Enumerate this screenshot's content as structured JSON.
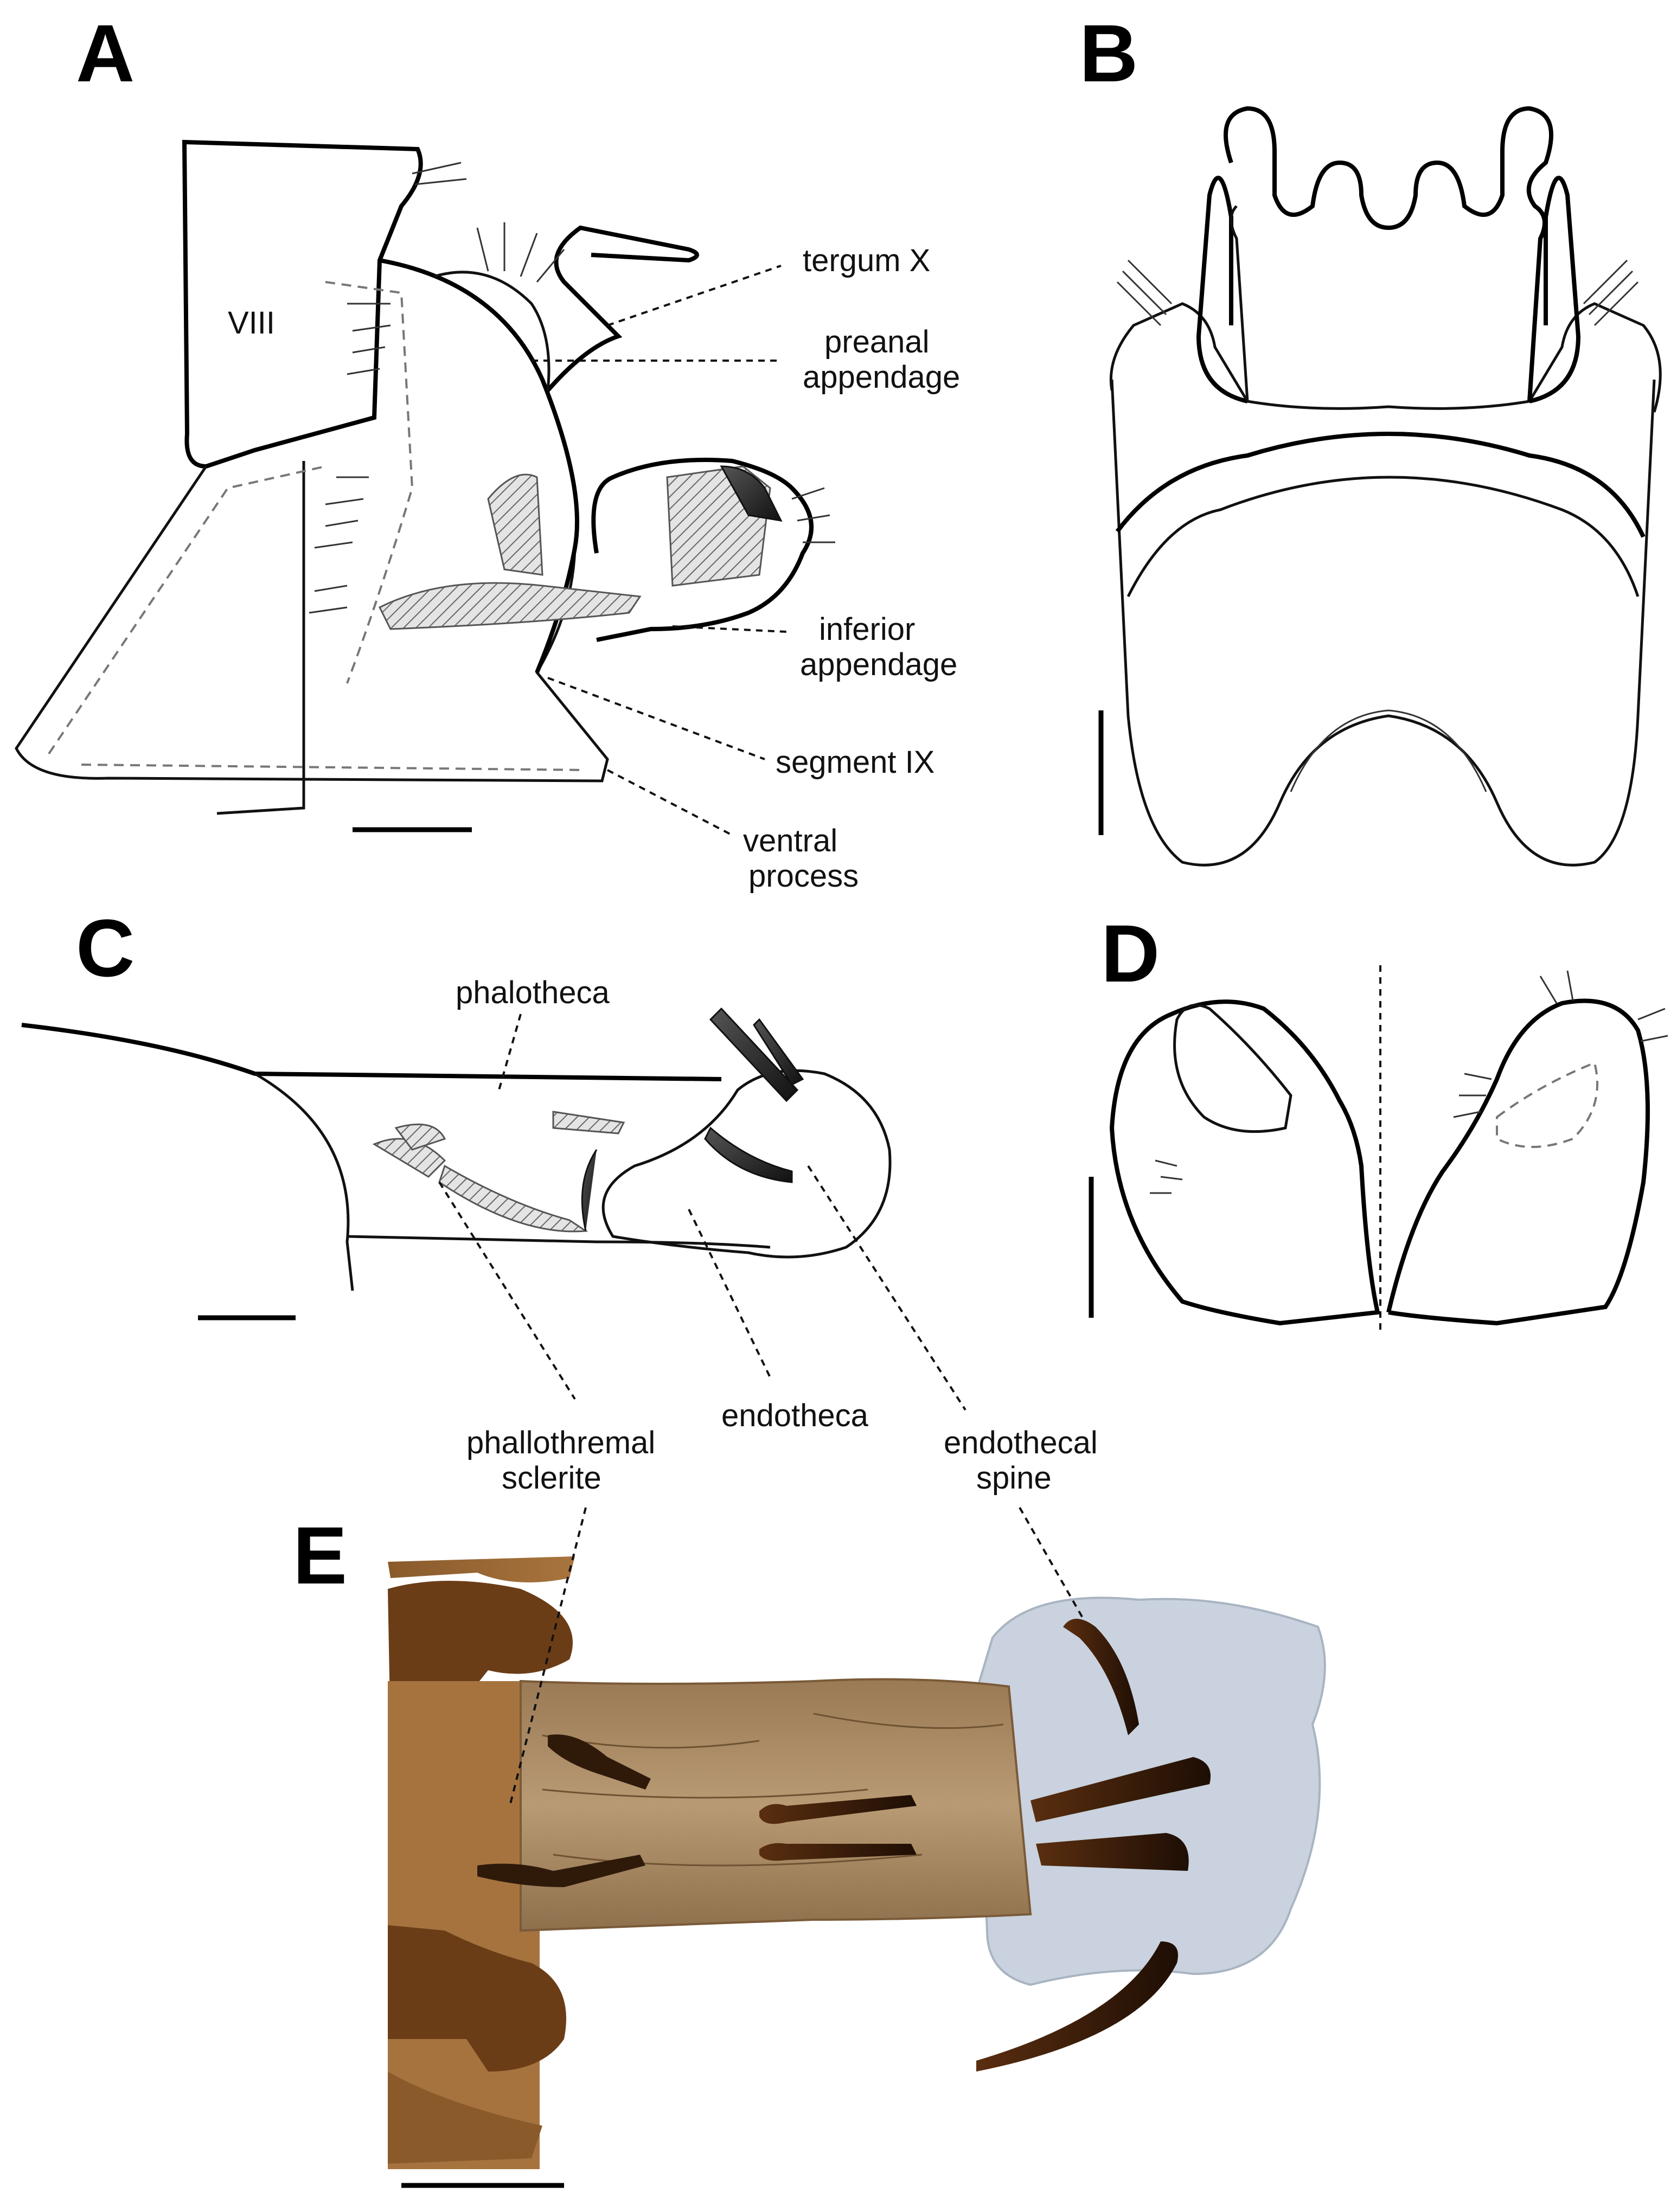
{
  "panels": {
    "a": {
      "letter": "A",
      "segment_label": "VIII",
      "labels": {
        "tergum_x": "tergum X",
        "preanal_1": "preanal",
        "preanal_2": "appendage",
        "inferior_1": "inferior",
        "inferior_2": "appendage",
        "segment_ix": "segment IX",
        "ventral_1": "ventral",
        "ventral_2": "process"
      }
    },
    "b": {
      "letter": "B"
    },
    "c": {
      "letter": "C",
      "labels": {
        "phalotheca": "phalotheca",
        "phallothremal_1": "phallothremal",
        "phallothremal_2": "sclerite",
        "endotheca": "endotheca",
        "endothecal_1": "endothecal",
        "endothecal_2": "spine"
      }
    },
    "d": {
      "letter": "D"
    },
    "e": {
      "letter": "E"
    }
  },
  "colors": {
    "ink": "#111111",
    "photo_background": "#ffffff",
    "sclerite_brown": "#8a5a2b",
    "tissue_tan": "#b89a74",
    "membrane_blue": "#c9d2de",
    "spine_dark": "#2a1508"
  }
}
